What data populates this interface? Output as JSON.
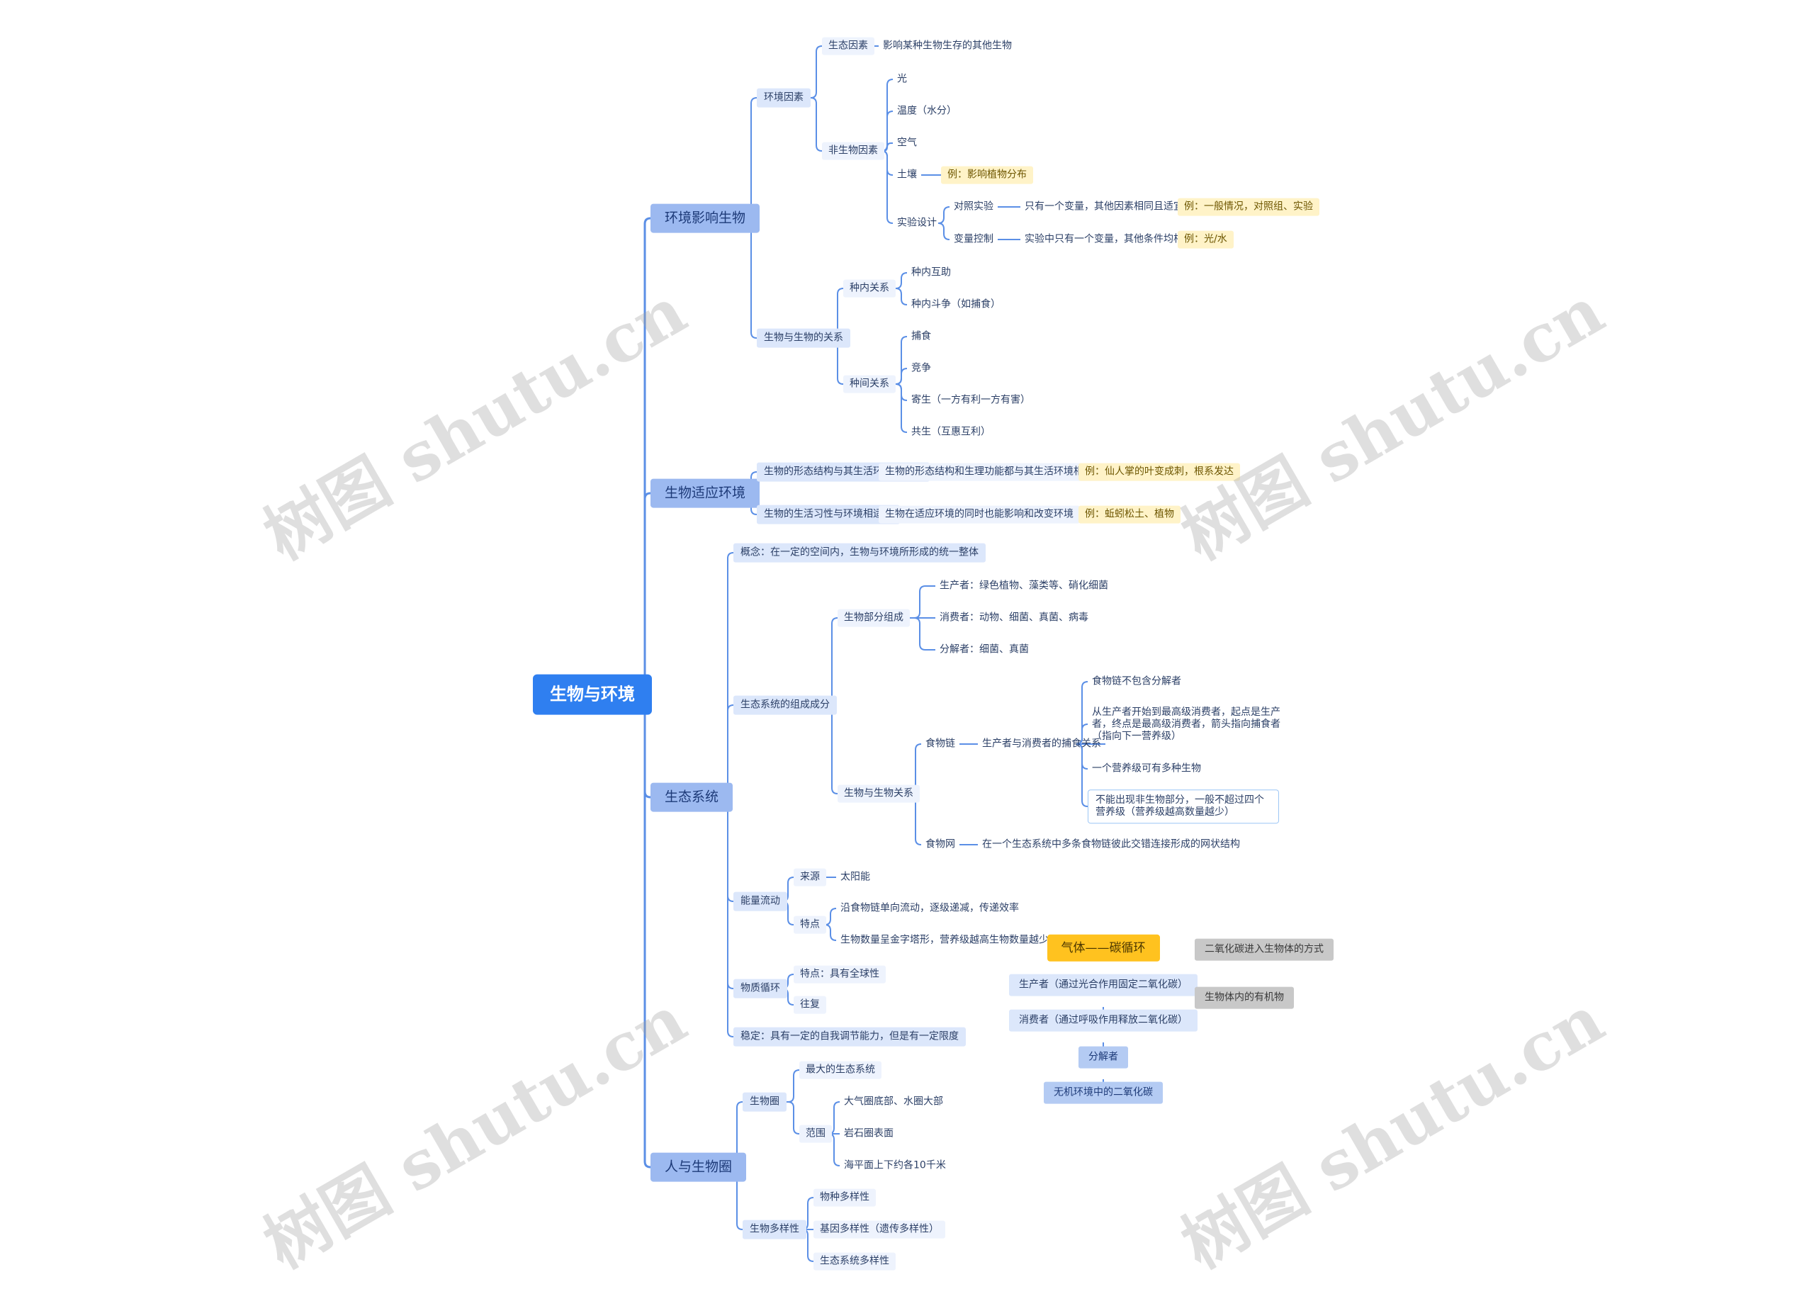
{
  "mindmap": {
    "root": "生物与环境",
    "branches": [
      {
        "label": "环境影响生物",
        "children": [
          {
            "label": "环境因素",
            "children": [
              {
                "label": "生态因素",
                "children": [
                  {
                    "label": "影响某种生物生存的其他生物"
                  }
                ]
              },
              {
                "label": "非生物因素",
                "children": [
                  {
                    "label": "光"
                  },
                  {
                    "label": "温度（水分）"
                  },
                  {
                    "label": "空气"
                  },
                  {
                    "label": "土壤",
                    "children": [
                      {
                        "label": "例：影响植物分布",
                        "note": true
                      }
                    ]
                  },
                  {
                    "label": "实验设计",
                    "children": [
                      {
                        "label": "对照实验",
                        "children": [
                          {
                            "label": "只有一个变量，其他因素相同且适宜",
                            "children": [
                              {
                                "label": "例：一般情况，对照组、实验",
                                "note": true
                              }
                            ]
                          }
                        ]
                      },
                      {
                        "label": "变量控制",
                        "children": [
                          {
                            "label": "实验中只有一个变量，其他条件均相同",
                            "children": [
                              {
                                "label": "例：光/水",
                                "note": true
                              }
                            ]
                          }
                        ]
                      }
                    ]
                  }
                ]
              }
            ]
          },
          {
            "label": "生物与生物的关系",
            "children": [
              {
                "label": "种内关系",
                "children": [
                  {
                    "label": "种内互助"
                  },
                  {
                    "label": "种内斗争（如捕食）"
                  }
                ]
              },
              {
                "label": "种间关系",
                "children": [
                  {
                    "label": "捕食"
                  },
                  {
                    "label": "竞争"
                  },
                  {
                    "label": "寄生（一方有利一方有害）"
                  },
                  {
                    "label": "共生（互惠互利）"
                  }
                ]
              }
            ]
          }
        ]
      },
      {
        "label": "生物适应环境",
        "children": [
          {
            "label": "生物的形态结构与其生活环境相适应",
            "children": [
              {
                "label": "生物的形态结构和生理功能都与其生活环境相适应",
                "children": [
                  {
                    "label": "例：仙人掌的叶变成刺，根系发达",
                    "note": true
                  }
                ]
              }
            ]
          },
          {
            "label": "生物的生活习性与环境相适应",
            "children": [
              {
                "label": "生物在适应环境的同时也能影响和改变环境",
                "children": [
                  {
                    "label": "例：蚯蚓松土、植物",
                    "note": true
                  }
                ]
              }
            ]
          }
        ]
      },
      {
        "label": "生态系统",
        "children": [
          {
            "label": "概念：在一定的空间内，生物与环境所形成的统一整体"
          },
          {
            "label": "生态系统的组成成分",
            "children": [
              {
                "label": "生物部分组成",
                "children": [
                  {
                    "label": "生产者：绿色植物、藻类等、硝化细菌"
                  },
                  {
                    "label": "消费者：动物、细菌、真菌、病毒"
                  },
                  {
                    "label": "分解者：细菌、真菌"
                  }
                ]
              },
              {
                "label": "生物与生物关系",
                "children": [
                  {
                    "label": "食物链",
                    "children": [
                      {
                        "label": "生产者与消费者的捕食关系",
                        "children": [
                          {
                            "label": "食物链不包含分解者"
                          },
                          {
                            "label": "从生产者开始到最高级消费者，起点是生产者，终点是最高级消费者，箭头指向捕食者（指向下一营养级）"
                          },
                          {
                            "label": "一个营养级可有多种生物"
                          },
                          {
                            "label": "不能出现非生物部分，一般不超过四个营养级（营养级越高数量越少）",
                            "outlined": true
                          }
                        ]
                      }
                    ]
                  },
                  {
                    "label": "食物网",
                    "children": [
                      {
                        "label": "在一个生态系统中多条食物链彼此交错连接形成的网状结构"
                      }
                    ]
                  }
                ]
              }
            ]
          },
          {
            "label": "能量流动",
            "children": [
              {
                "label": "来源",
                "children": [
                  {
                    "label": "太阳能"
                  }
                ]
              },
              {
                "label": "特点",
                "children": [
                  {
                    "label": "沿食物链单向流动，逐级递减，传递效率"
                  },
                  {
                    "label": "生物数量呈金字塔形，营养级越高生物数量越少"
                  }
                ]
              }
            ]
          },
          {
            "label": "物质循环",
            "children": [
              {
                "label": "特点：具有全球性"
              },
              {
                "label": "往复"
              }
            ]
          },
          {
            "label": "稳定：具有一定的自我调节能力，但是有一定限度"
          }
        ]
      },
      {
        "label": "人与生物圈",
        "children": [
          {
            "label": "生物圈",
            "children": [
              {
                "label": "最大的生态系统"
              },
              {
                "label": "范围",
                "children": [
                  {
                    "label": "大气圈底部、水圈大部"
                  },
                  {
                    "label": "岩石圈表面"
                  },
                  {
                    "label": "海平面上下约各10千米"
                  }
                ]
              }
            ]
          },
          {
            "label": "生物多样性",
            "children": [
              {
                "label": "物种多样性"
              },
              {
                "label": "基因多样性（遗传多样性）"
              },
              {
                "label": "生态系统多样性"
              }
            ]
          }
        ]
      }
    ],
    "floating": {
      "chain": [
        "气体——碳循环",
        "生产者（通过光合作用固定二氧化碳）",
        "消费者（通过呼吸作用释放二氧化碳）",
        "分解者",
        "无机环境中的二氧化碳"
      ],
      "tags": [
        "二氧化碳进入生物体的方式",
        "生物体内的有机物"
      ]
    },
    "watermark": "树图 shutu.cn",
    "colors": {
      "root": "#2f7ff0",
      "line": "#5b8fe6",
      "note": "#fff3c8",
      "chainTop": "#ffc21f",
      "gray": "#c8c8c8"
    }
  }
}
